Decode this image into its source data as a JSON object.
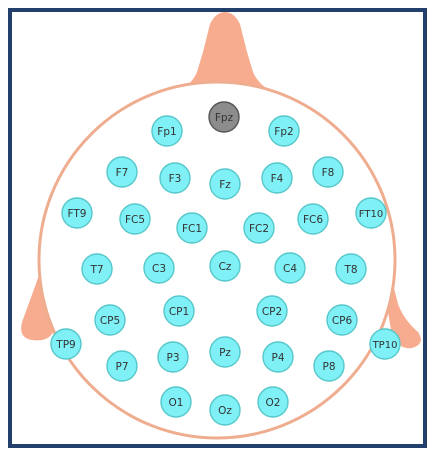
{
  "colors": {
    "frame": "#233f6b",
    "head_outline": "#efad90",
    "nose_ears": "#f7ac8f",
    "electrode_fill": "#7ff0f5",
    "electrode_stroke": "#56c7ca",
    "reference_fill": "#8c8c8c",
    "reference_stroke": "#555555",
    "label": "#333333"
  },
  "electrodes": [
    {
      "id": "Fpz",
      "label": "Fpz",
      "type": "reference"
    },
    {
      "id": "Fp1",
      "label": "Fp1"
    },
    {
      "id": "Fp2",
      "label": "Fp2"
    },
    {
      "id": "F7",
      "label": "F7"
    },
    {
      "id": "F3",
      "label": "F3"
    },
    {
      "id": "Fz",
      "label": "Fz"
    },
    {
      "id": "F4",
      "label": "F4"
    },
    {
      "id": "F8",
      "label": "F8"
    },
    {
      "id": "FT9",
      "label": "FT9"
    },
    {
      "id": "FC5",
      "label": "FC5"
    },
    {
      "id": "FC1",
      "label": "FC1"
    },
    {
      "id": "FC2",
      "label": "FC2"
    },
    {
      "id": "FC6",
      "label": "FC6"
    },
    {
      "id": "FT10",
      "label": "FT10"
    },
    {
      "id": "T7",
      "label": "T7"
    },
    {
      "id": "C3",
      "label": "C3"
    },
    {
      "id": "Cz",
      "label": "Cz"
    },
    {
      "id": "C4",
      "label": "C4"
    },
    {
      "id": "T8",
      "label": "T8"
    },
    {
      "id": "CP5",
      "label": "CP5"
    },
    {
      "id": "CP1",
      "label": "CP1"
    },
    {
      "id": "CP2",
      "label": "CP2"
    },
    {
      "id": "CP6",
      "label": "CP6"
    },
    {
      "id": "TP9",
      "label": "TP9"
    },
    {
      "id": "TP10",
      "label": "TP10"
    },
    {
      "id": "P7",
      "label": "P7"
    },
    {
      "id": "P3",
      "label": "P3"
    },
    {
      "id": "Pz",
      "label": "Pz"
    },
    {
      "id": "P4",
      "label": "P4"
    },
    {
      "id": "P8",
      "label": "P8"
    },
    {
      "id": "O1",
      "label": "O1"
    },
    {
      "id": "Oz",
      "label": "Oz"
    },
    {
      "id": "O2",
      "label": "O2"
    }
  ]
}
